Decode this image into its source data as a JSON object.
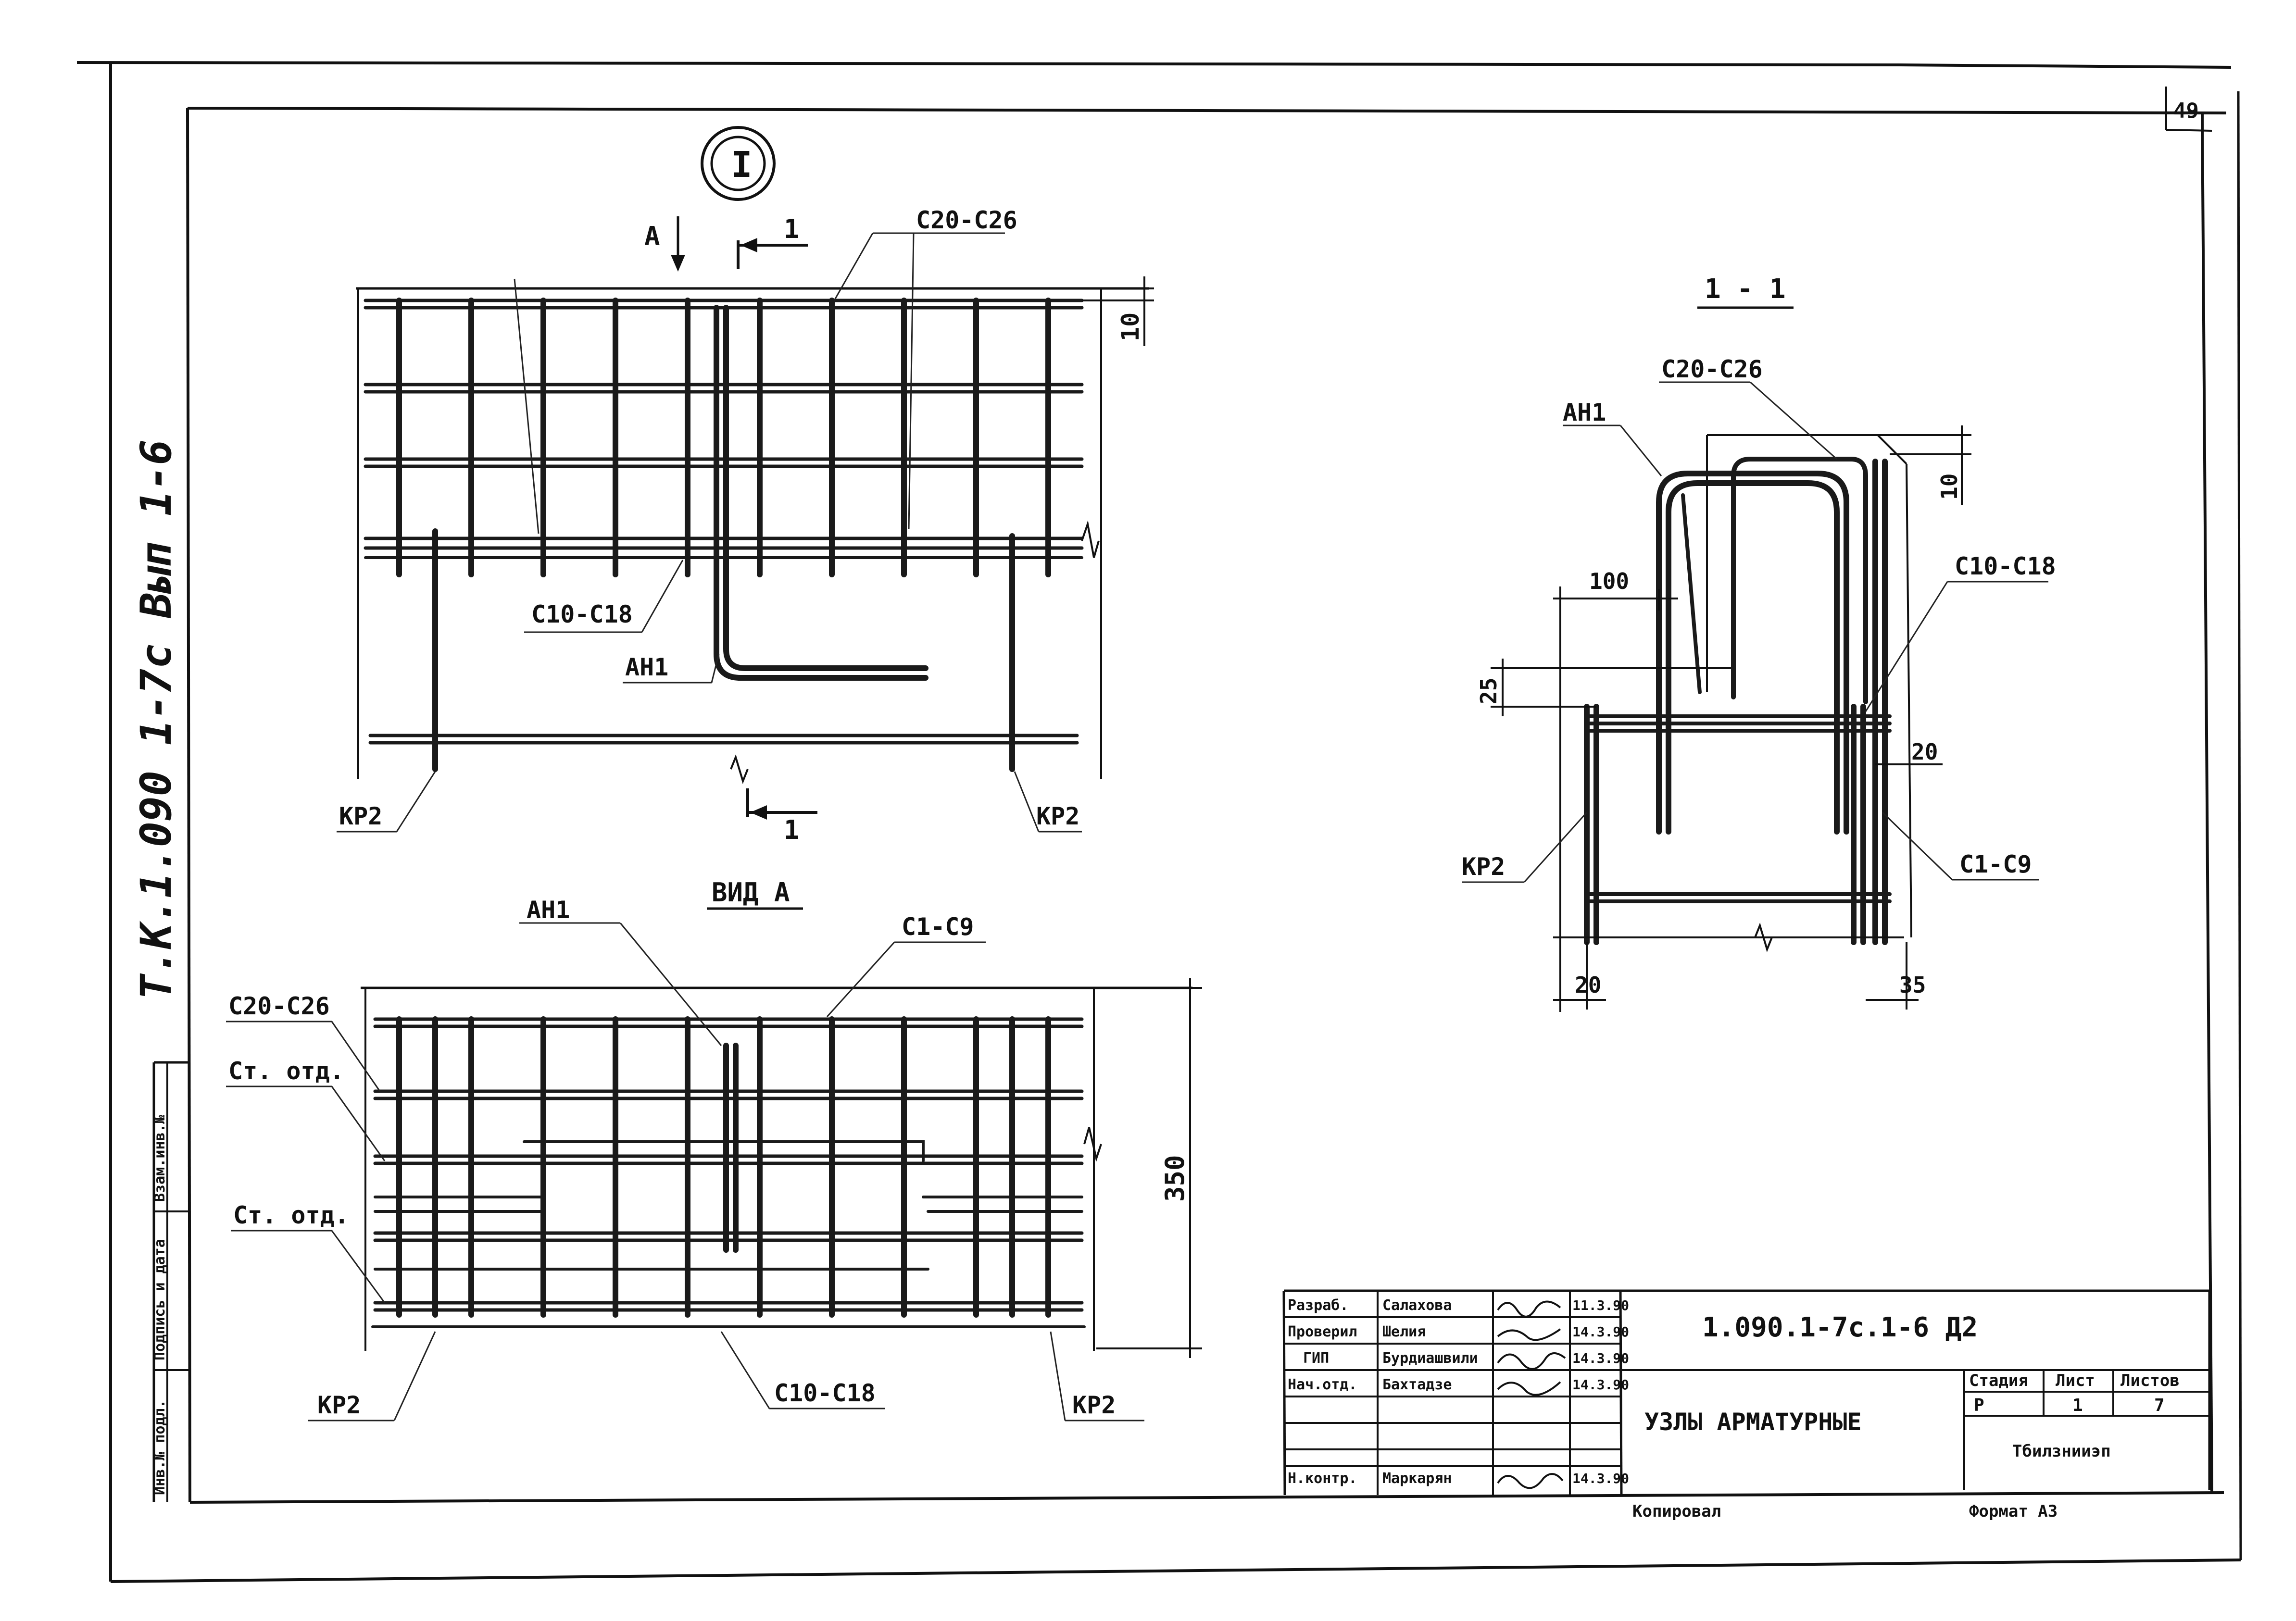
{
  "sheet_code": "1.090.1-7c.1-6 Д2",
  "sheet_title": "УЗЛЫ АРМАТУРНЫЕ",
  "organization": "Тбилзнииэп",
  "page_corner_number": "49",
  "left_margin_note": "Т.К.1.090 1-7с Вып 1-6",
  "node_marker": "I",
  "view_a_title": "ВИД А",
  "section_title": "1 - 1",
  "view_marker_a": "А",
  "cut_marker_1": "1",
  "labels": {
    "c20_c26": "C20-C26",
    "c10_c18": "C10-C18",
    "c1_c9": "C1-C9",
    "ahi": "АН1",
    "kp2": "КР2",
    "st_otd": "Ст. отд."
  },
  "dimensions": {
    "d10": "10",
    "d350": "350",
    "d100": "100",
    "d25": "25",
    "d20": "20",
    "d35": "35"
  },
  "stamp": {
    "roles": [
      "Разраб.",
      "Проверил",
      "ГИП",
      "Нач.отд.",
      "Н.контр."
    ],
    "names": [
      "Салахова",
      "Шелия",
      "Бурдиашвили",
      "Бахтадзе",
      "Маркарян"
    ],
    "dates": [
      "11.3.90",
      "14.3.90",
      "14.3.90",
      "14.3.90",
      "14.3.90"
    ],
    "col_headers": [
      "Стадия",
      "Лист",
      "Листов"
    ],
    "stage": "Р",
    "sheet_no": "1",
    "sheets_total": "7"
  },
  "side_stamp_labels": [
    "Инв.№ подл.",
    "Подпись и дата",
    "Взам.инв.№"
  ],
  "copied_label": "Копировал",
  "format_label": "Формат А3"
}
